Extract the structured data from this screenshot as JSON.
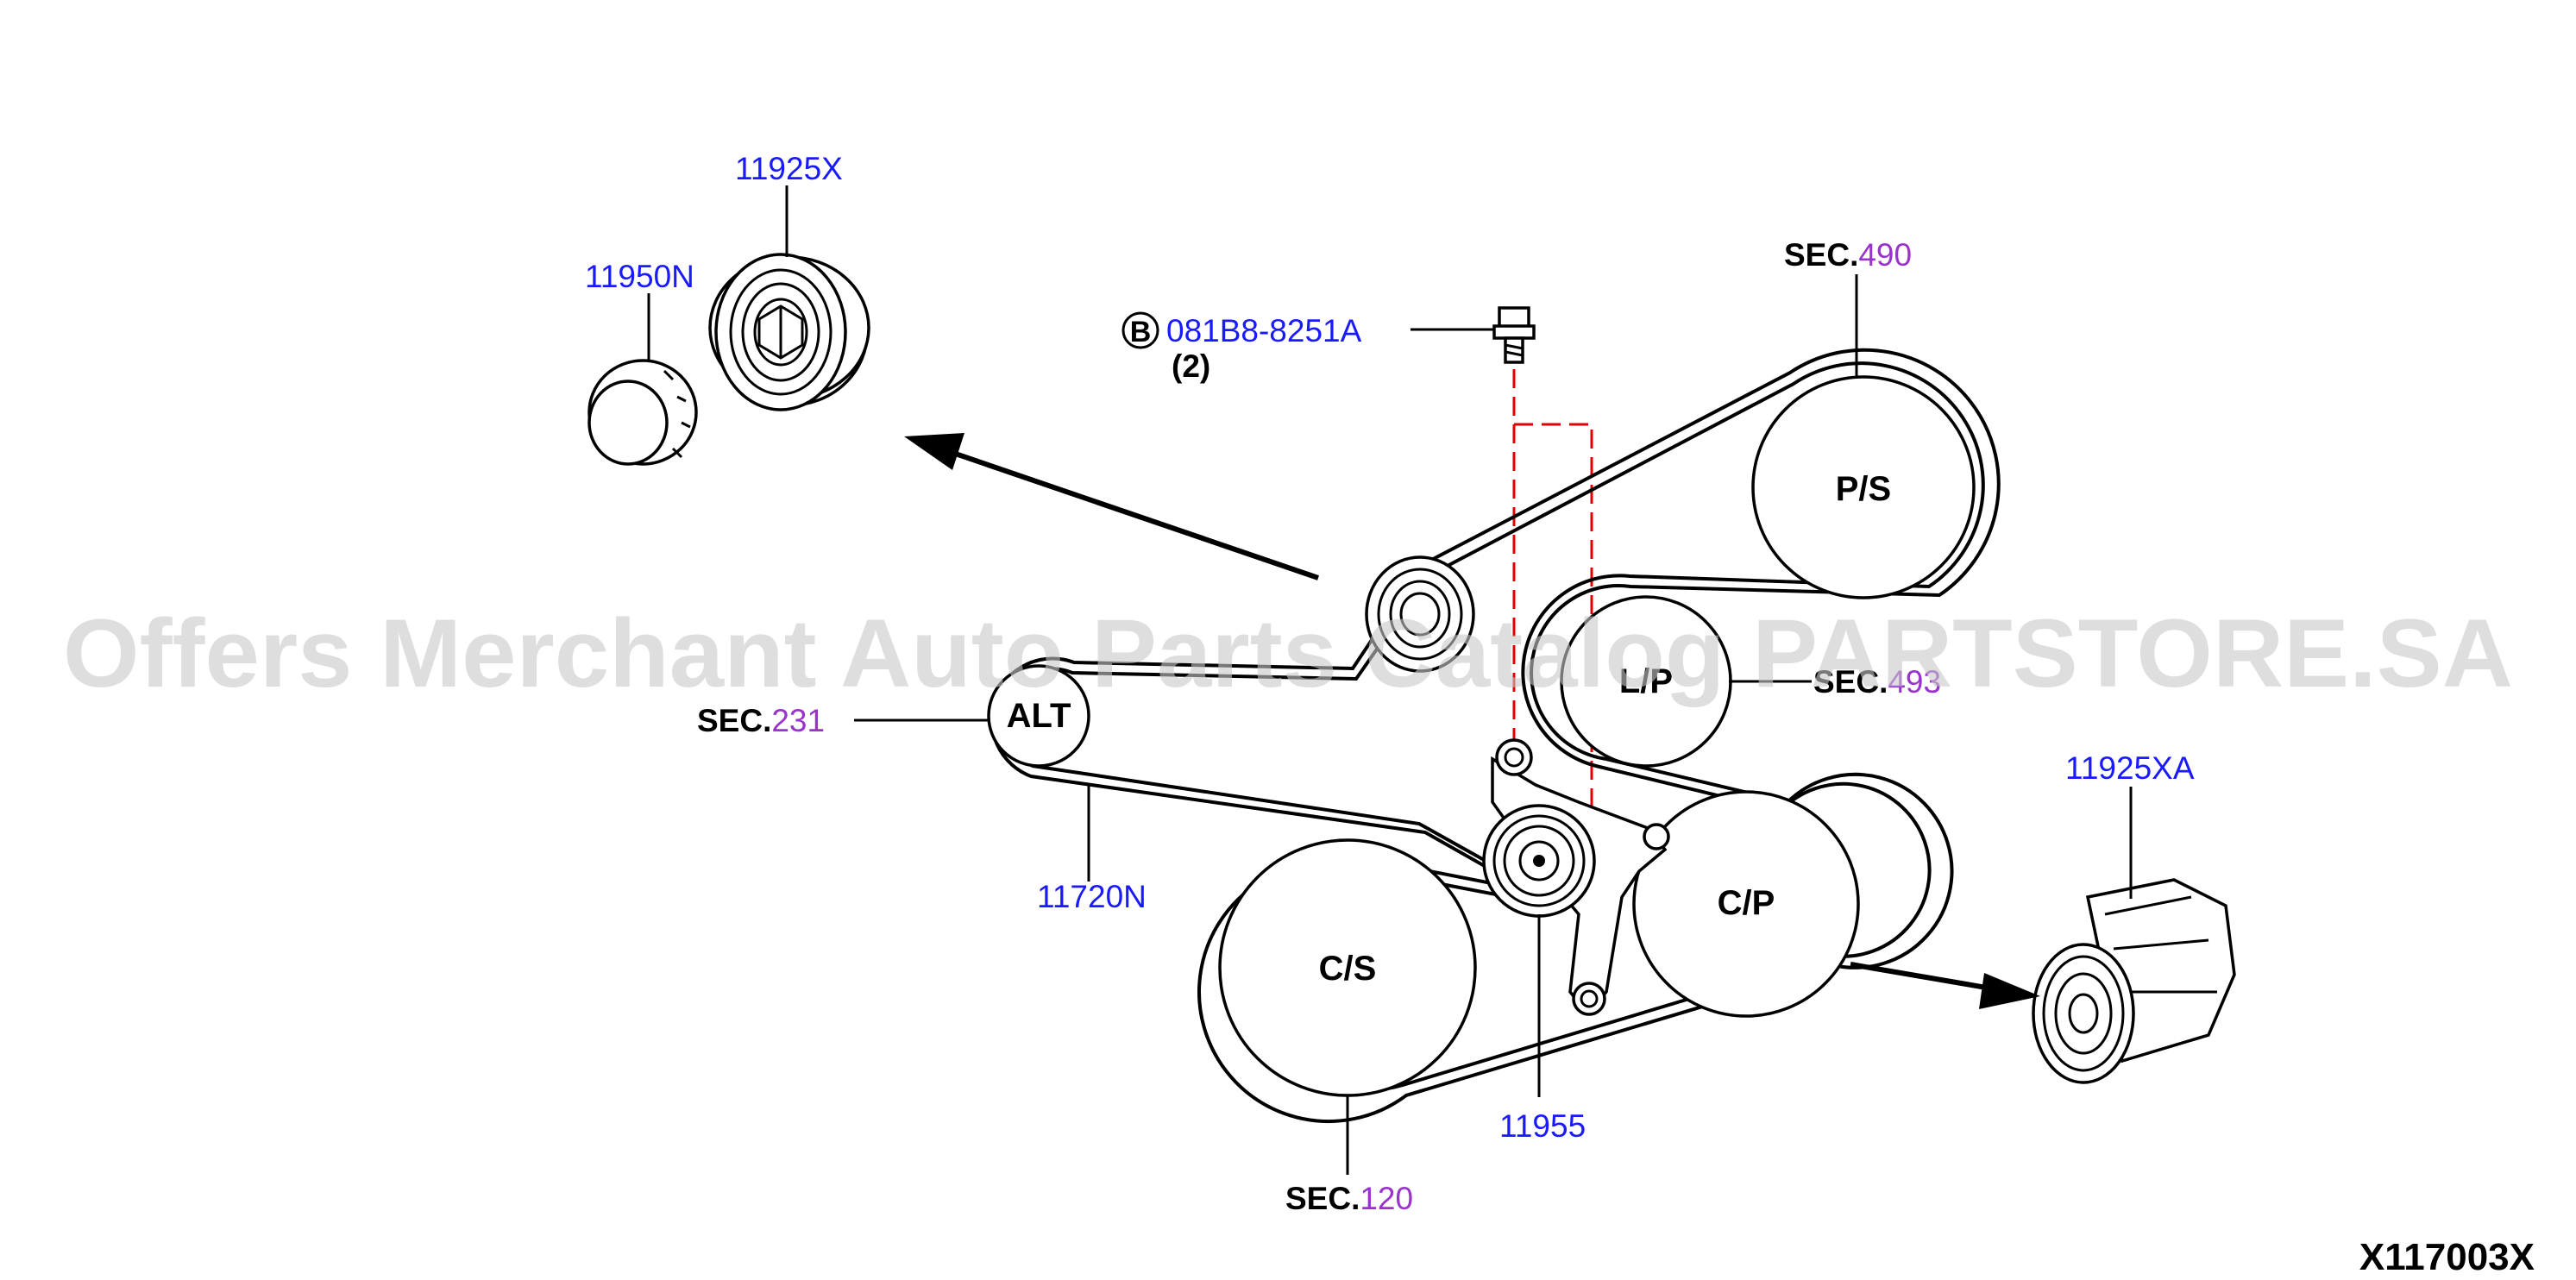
{
  "parts": {
    "p11925x": "11925X",
    "p11950n": "11950N",
    "bolt_b": "B",
    "bolt_code": "081B8-8251A",
    "bolt_qty": "(2)",
    "p11720n": "11720N",
    "p11955": "11955",
    "p11925xa": "11925XA"
  },
  "sections": {
    "sec_prefix": "SEC.",
    "s490": "490",
    "s231": "231",
    "s493": "493",
    "s120": "120"
  },
  "pulleys": {
    "ps": "P/S",
    "alt": "ALT",
    "lp": "L/P",
    "cp": "C/P",
    "cs": "C/S"
  },
  "diagram_code": "X117003X",
  "watermark": "Offers Merchant Auto Parts Catalog PARTSTORE.SA",
  "colors": {
    "part_label": "#1a1aff",
    "section_number": "#9933cc",
    "guide_line": "#e00000"
  }
}
